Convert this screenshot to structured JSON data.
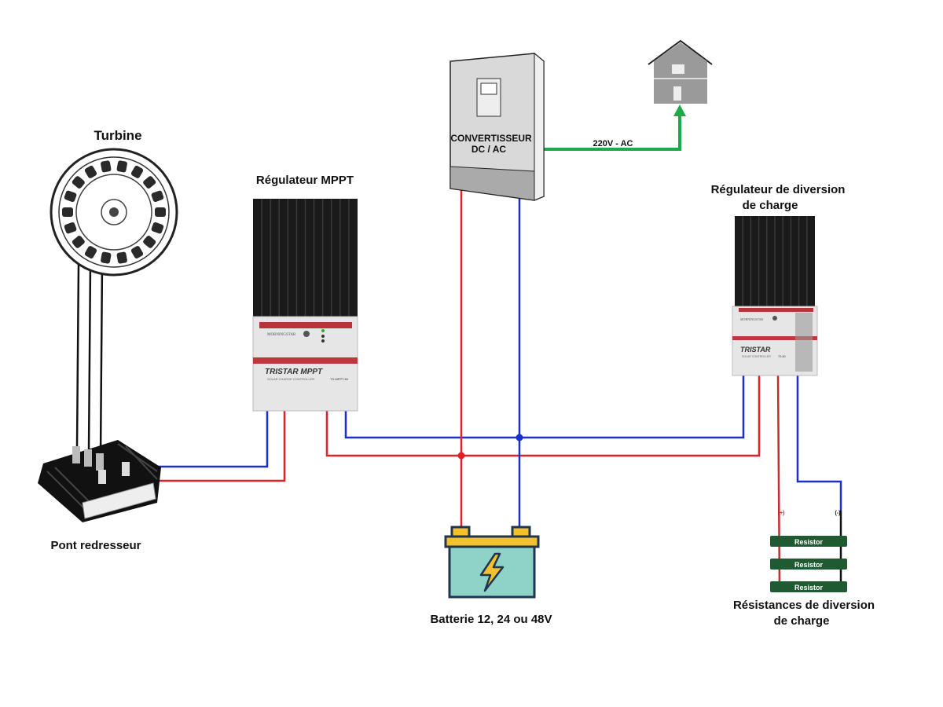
{
  "labels": {
    "turbine": "Turbine",
    "bridge": "Pont redresseur",
    "mppt": "Régulateur MPPT",
    "converter_line1": "CONVERTISSEUR",
    "converter_line2": "DC / AC",
    "ac_line": "220V - AC",
    "diversion_line1": "Régulateur de diversion",
    "diversion_line2": "de charge",
    "battery": "Batterie 12, 24 ou 48V",
    "resistors_line1": "Résistances de diversion",
    "resistors_line2": "de charge",
    "plus": "(+)",
    "minus": "(-)"
  },
  "devices": {
    "mppt_brand": "TRISTAR MPPT",
    "mppt_sub": "SOLAR CHARGE CONTROLLER",
    "mppt_model": "TS-MPPT-60",
    "diversion_brand": "TRISTAR",
    "diversion_sub": "SOLAR CONTROLLER",
    "diversion_model": "TS-60",
    "maker": "MORNINGSTAR"
  },
  "resistors": [
    "Resistor",
    "Resistor",
    "Resistor"
  ],
  "colors": {
    "positive": "#e0202a",
    "negative": "#1a2fd0",
    "ac": "#1faa4a",
    "resistor": "#1f5a33",
    "battery": "#8fd3c8",
    "battery_cap": "#f2c12e"
  }
}
